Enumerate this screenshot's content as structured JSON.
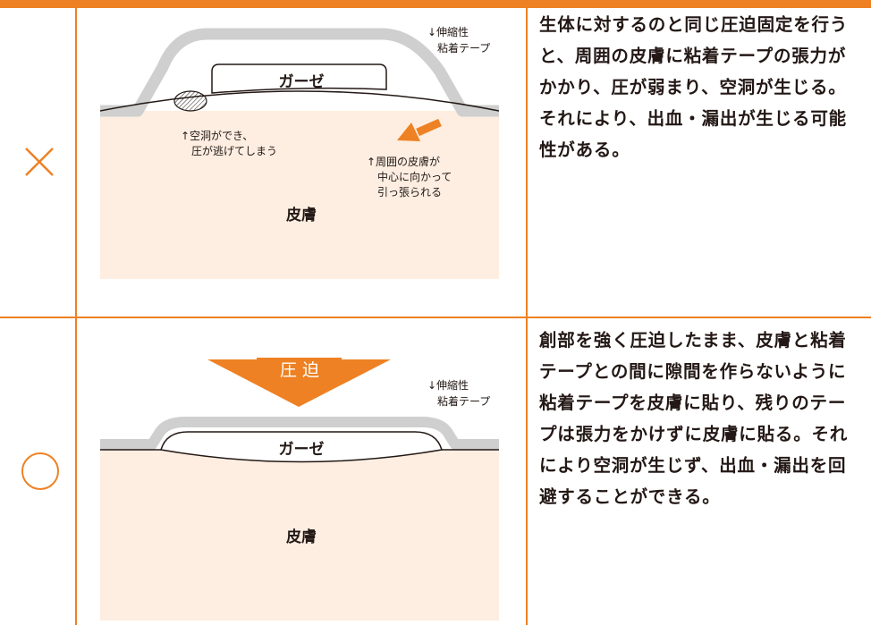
{
  "colors": {
    "accent": "#ee8123",
    "skin": "#fdeee1",
    "tape": "#cfcfcf",
    "line": "#231815"
  },
  "rows": [
    {
      "mark": "×",
      "mark_icon": "cross-icon",
      "diagram": {
        "gauze_label": "ガーゼ",
        "skin_label": "皮膚",
        "tape_label_line1": "↓伸縮性",
        "tape_label_line2": "粘着テープ",
        "cavity_line1": "↑空洞ができ、",
        "cavity_line2": "圧が逃げてしまう",
        "pull_line1": "↑周囲の皮膚が",
        "pull_line2": "中心に向かって",
        "pull_line3": "引っ張られる"
      },
      "text": "生体に対するのと同じ圧迫固定を行うと、周囲の皮膚に粘着テープの張力がかかり、圧が弱まり、空洞が生じる。それにより、出血・漏出が生じる可能性がある。"
    },
    {
      "mark": "○",
      "mark_icon": "circle-icon",
      "diagram": {
        "pressure_label": "圧 迫",
        "gauze_label": "ガーゼ",
        "skin_label": "皮膚",
        "tape_label_line1": "↓伸縮性",
        "tape_label_line2": "粘着テープ"
      },
      "text": "創部を強く圧迫したまま、皮膚と粘着テープとの間に隙間を作らないように粘着テープを皮膚に貼り、残りのテープは張力をかけずに皮膚に貼る。それにより空洞が生じず、出血・漏出を回避することができる。"
    }
  ]
}
